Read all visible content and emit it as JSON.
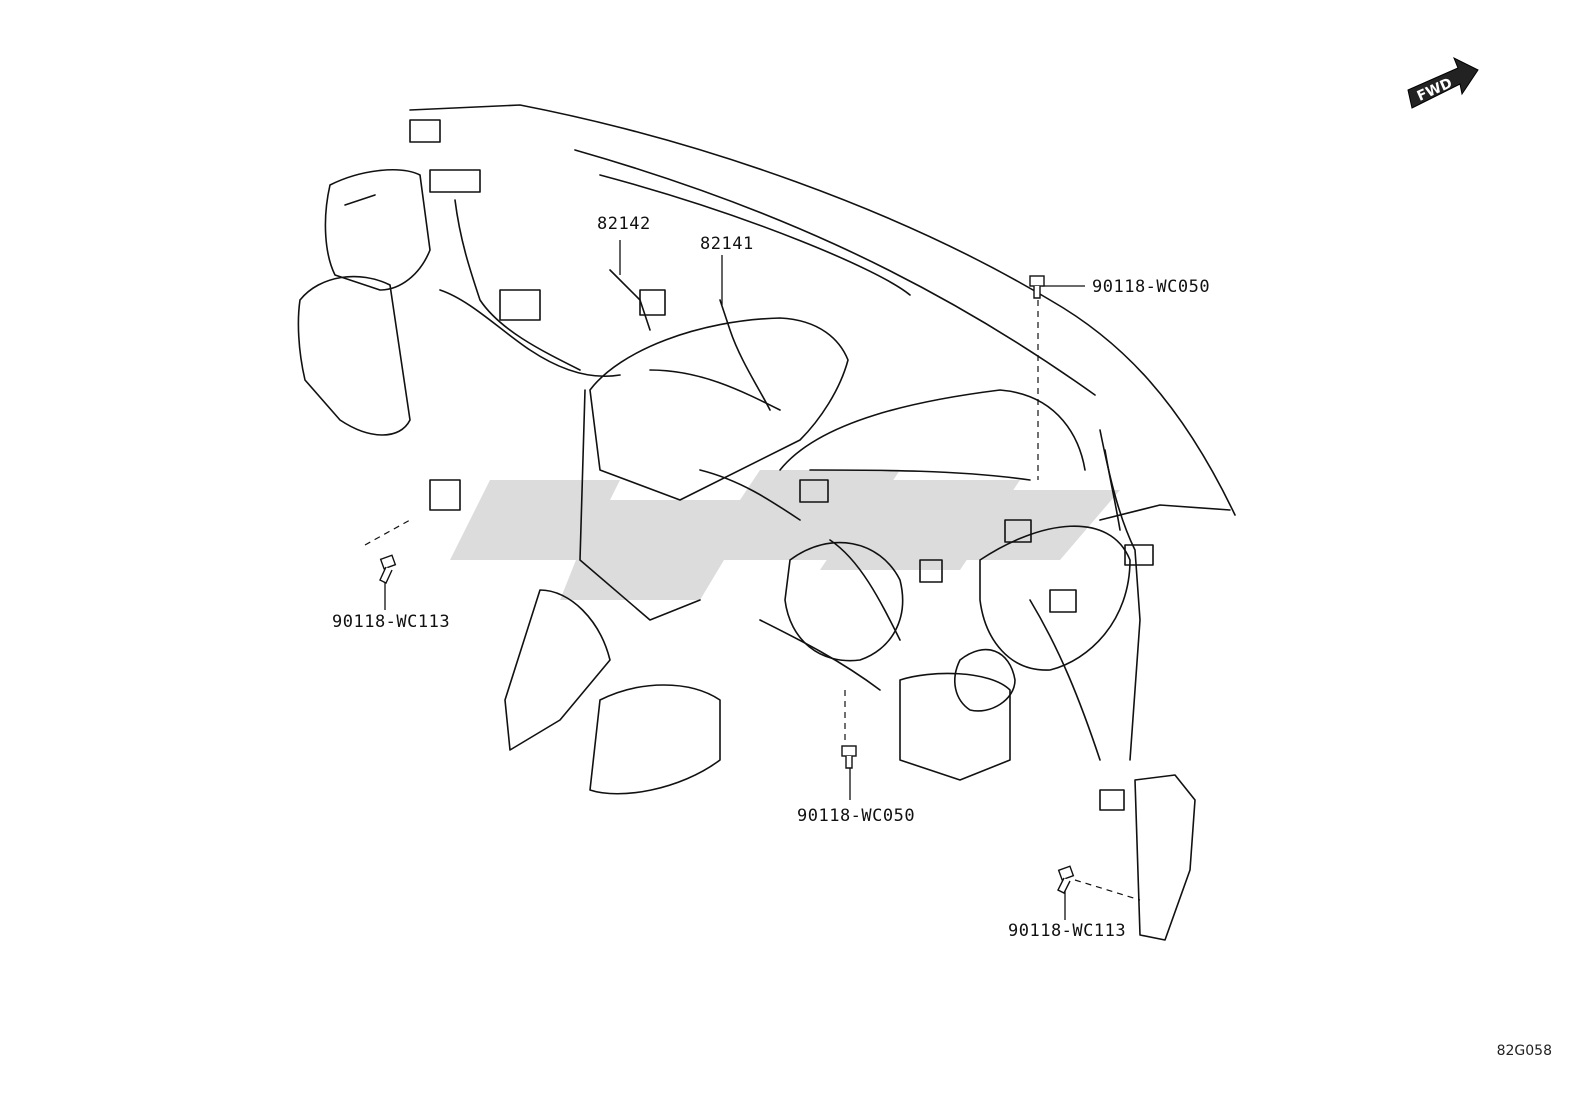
{
  "diagram": {
    "code": "82G058",
    "fwd_label": "FWD",
    "watermark_color": "#d6d6d6",
    "line_color": "#111111"
  },
  "parts": [
    {
      "id": "p1",
      "number": "82142"
    },
    {
      "id": "p2",
      "number": "82141"
    },
    {
      "id": "p3",
      "number": "90118-WC050"
    },
    {
      "id": "p4",
      "number": "90118-WC113"
    },
    {
      "id": "p5",
      "number": "90118-WC050"
    },
    {
      "id": "p6",
      "number": "90118-WC113"
    }
  ]
}
